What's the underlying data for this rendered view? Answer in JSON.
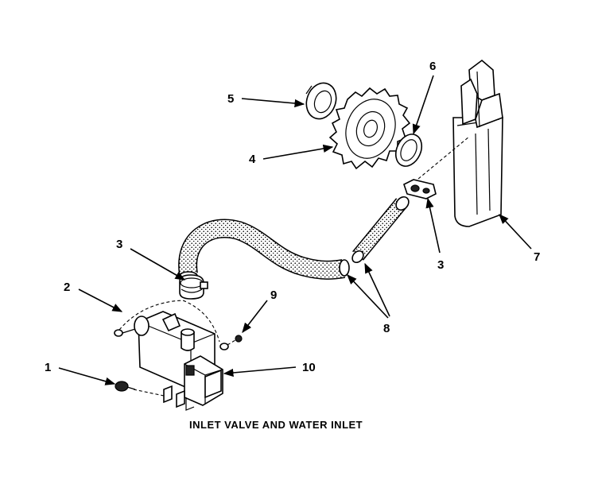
{
  "caption": "INLET VALVE AND WATER INLET",
  "callouts": {
    "c1": "1",
    "c2": "2",
    "c3a": "3",
    "c3b": "3",
    "c4": "4",
    "c5": "5",
    "c6": "6",
    "c7": "7",
    "c8": "8",
    "c9": "9",
    "c10": "10"
  }
}
